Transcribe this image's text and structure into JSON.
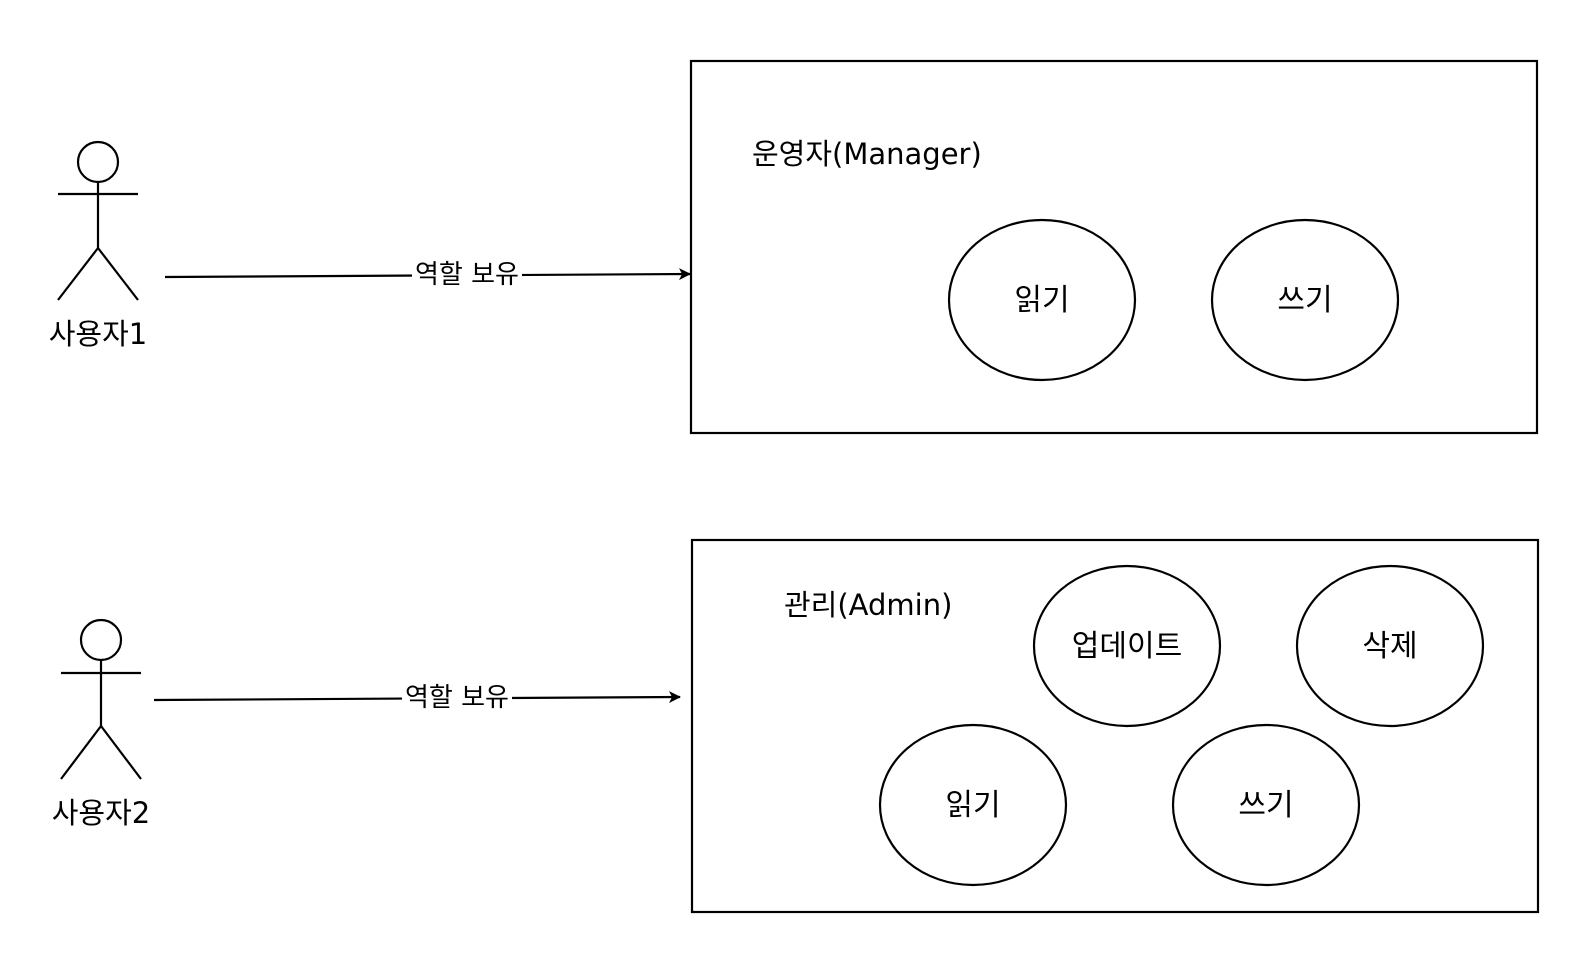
{
  "diagram": {
    "actors": [
      {
        "id": "user1",
        "label": "사용자1"
      },
      {
        "id": "user2",
        "label": "사용자2"
      }
    ],
    "roles": [
      {
        "id": "manager",
        "title": "운영자(Manager)",
        "permissions": [
          "읽기",
          "쓰기"
        ]
      },
      {
        "id": "admin",
        "title": "관리(Admin)",
        "permissions": [
          "업데이트",
          "삭제",
          "읽기",
          "쓰기"
        ]
      }
    ],
    "edges": [
      {
        "from": "user1",
        "to": "manager",
        "label": "역할 보유"
      },
      {
        "from": "user2",
        "to": "admin",
        "label": "역할 보유"
      }
    ],
    "colors": {
      "stroke": "#000000",
      "background": "#ffffff"
    }
  }
}
